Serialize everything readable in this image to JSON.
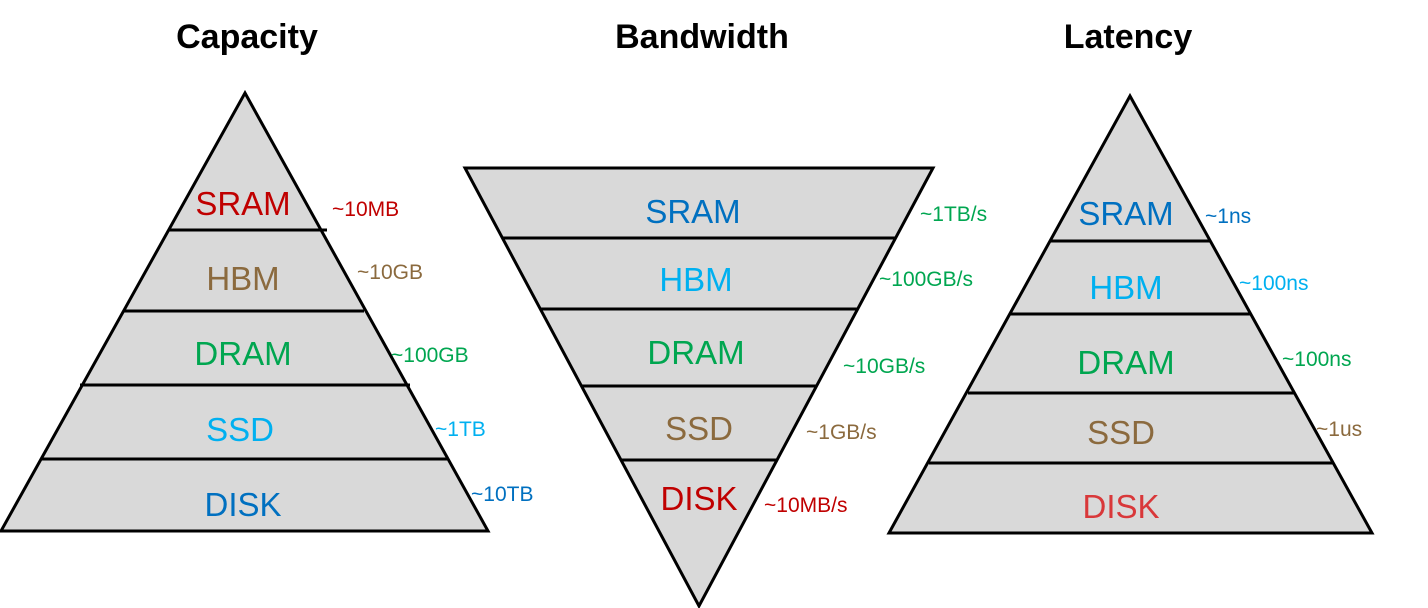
{
  "pyramids": [
    {
      "title": "Capacity",
      "tiers": [
        {
          "label": "SRAM",
          "value": "~10MB",
          "label_color": "#c00000",
          "value_color": "#c00000"
        },
        {
          "label": "HBM",
          "value": "~10GB",
          "label_color": "#8b6a3e",
          "value_color": "#8b6a3e"
        },
        {
          "label": "DRAM",
          "value": "~100GB",
          "label_color": "#00a650",
          "value_color": "#00a650"
        },
        {
          "label": "SSD",
          "value": "~1TB",
          "label_color": "#00b0f0",
          "value_color": "#00b0f0"
        },
        {
          "label": "DISK",
          "value": "~10TB",
          "label_color": "#0070c0",
          "value_color": "#0070c0"
        }
      ]
    },
    {
      "title": "Bandwidth",
      "tiers": [
        {
          "label": "SRAM",
          "value": "~1TB/s",
          "label_color": "#0070c0",
          "value_color": "#00a650"
        },
        {
          "label": "HBM",
          "value": "~100GB/s",
          "label_color": "#00b0f0",
          "value_color": "#00a650"
        },
        {
          "label": "DRAM",
          "value": "~10GB/s",
          "label_color": "#00a650",
          "value_color": "#00a650"
        },
        {
          "label": "SSD",
          "value": "~1GB/s",
          "label_color": "#8b6a3e",
          "value_color": "#8b6a3e"
        },
        {
          "label": "DISK",
          "value": "~10MB/s",
          "label_color": "#c00000",
          "value_color": "#c00000"
        }
      ]
    },
    {
      "title": "Latency",
      "tiers": [
        {
          "label": "SRAM",
          "value": "~1ns",
          "label_color": "#0070c0",
          "value_color": "#0070c0"
        },
        {
          "label": "HBM",
          "value": "~100ns",
          "label_color": "#00b0f0",
          "value_color": "#00b0f0"
        },
        {
          "label": "DRAM",
          "value": "~100ns",
          "label_color": "#00a650",
          "value_color": "#00a650"
        },
        {
          "label": "SSD",
          "value": "~1us",
          "label_color": "#8b6a3e",
          "value_color": "#8b6a3e"
        },
        {
          "label": "DISK",
          "value": "",
          "label_color": "#d9383a",
          "value_color": "#d9383a"
        }
      ]
    }
  ],
  "colors": {
    "fill": "#d9d9d9",
    "stroke": "#000000"
  }
}
